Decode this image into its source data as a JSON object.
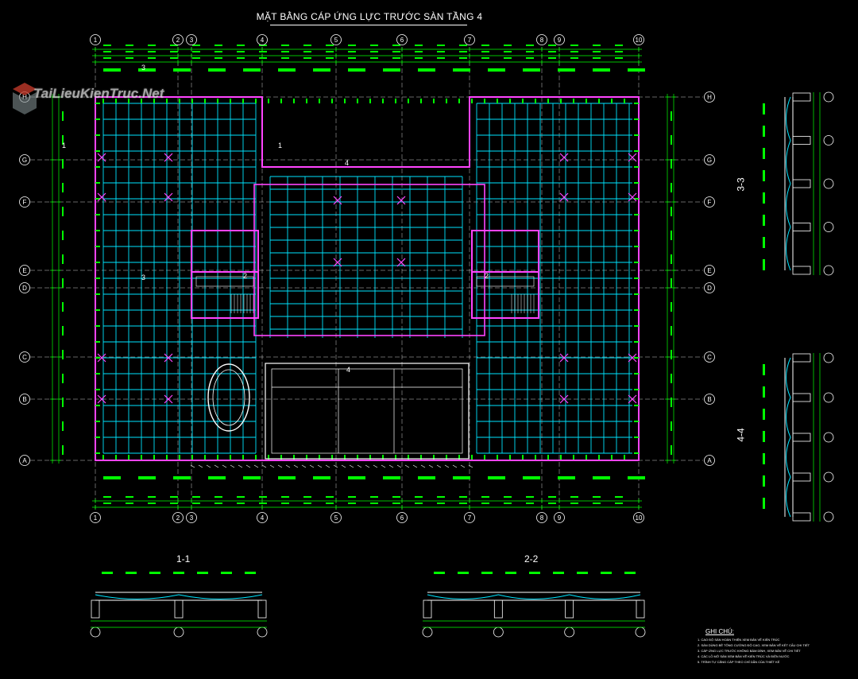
{
  "drawing": {
    "title": "MẶT BẰNG  CÁP ỨNG LỰC TRƯỚC SÀN TẦNG 4",
    "watermark": "TaiLieuKienTruc.Net",
    "colors": {
      "background": "#000000",
      "grid": "#ffffff",
      "dimension": "#00ff00",
      "tendon": "#00e5ff",
      "wall": "#ff44ff",
      "section": "#ffff00"
    },
    "column_axes": [
      "1",
      "2",
      "3",
      "4",
      "5",
      "6",
      "7",
      "8",
      "9",
      "10"
    ],
    "row_axes": [
      "H",
      "G",
      "F",
      "E",
      "D",
      "C",
      "B",
      "A"
    ],
    "sections": {
      "s11": "1-1",
      "s22": "2-2",
      "s33": "3-3",
      "s44": "4-4"
    },
    "plan_markers": [
      "1",
      "1",
      "2",
      "2",
      "3",
      "3",
      "4",
      "4"
    ],
    "notes": {
      "title": "GHI CHÚ:",
      "lines": [
        "1. CAO ĐỘ SÀN HOÀN THIỆN XEM BẢN VẼ KIẾN TRÚC",
        "2. SÀN DÙNG BÊ TÔNG CƯỜNG ĐỘ CAO, XEM BẢN VẼ KẾT CẤU CHI TIẾT",
        "3. CÁP ỨNG LỰC TRƯỚC KHÔNG BÁM DÍNH, XEM BẢN VẼ CHI TIẾT",
        "4. CÁC LỖ MỞ SÀN XEM BẢN VẼ KIẾN TRÚC VÀ ĐIỆN NƯỚC",
        "5. TRÌNH TỰ CĂNG CÁP THEO CHỈ DẪN CỦA THIẾT KẾ"
      ]
    }
  }
}
